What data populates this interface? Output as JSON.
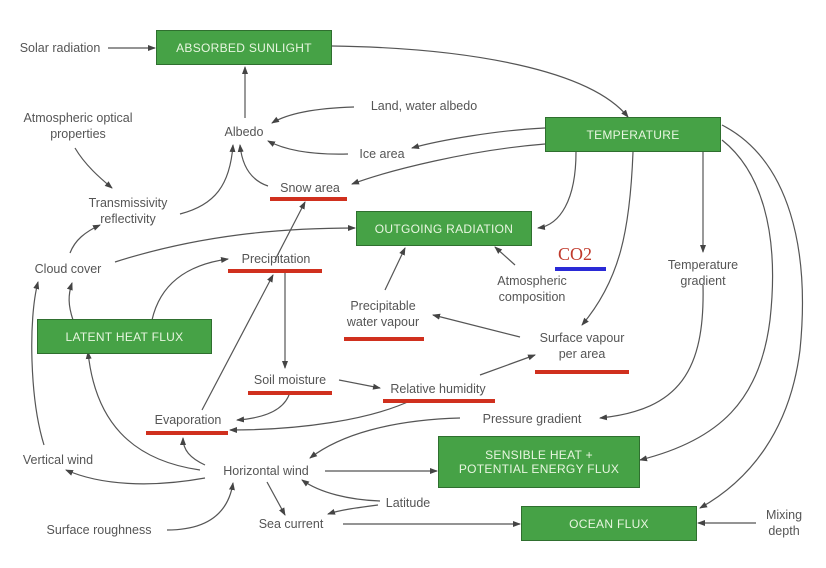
{
  "boxes": {
    "absorbed_sunlight": "ABSORBED SUNLIGHT",
    "temperature": "TEMPERATURE",
    "outgoing_radiation": "OUTGOING RADIATION",
    "latent_heat_flux": "LATENT HEAT FLUX",
    "sensible_heat_line1": "SENSIBLE HEAT +",
    "sensible_heat_line2": "POTENTIAL ENERGY FLUX",
    "ocean_flux": "OCEAN FLUX"
  },
  "labels": {
    "solar_radiation": "Solar radiation",
    "atmospheric_optical_1": "Atmospheric optical",
    "atmospheric_optical_2": "properties",
    "albedo": "Albedo",
    "land_water_albedo": "Land, water albedo",
    "ice_area": "Ice area",
    "snow_area": "Snow area",
    "transmissivity_1": "Transmissivity",
    "transmissivity_2": "reflectivity",
    "cloud_cover": "Cloud cover",
    "precipitation": "Precipitation",
    "atmospheric_composition_1": "Atmospheric",
    "atmospheric_composition_2": "composition",
    "temperature_gradient_1": "Temperature",
    "temperature_gradient_2": "gradient",
    "precipitable_1": "Precipitable",
    "precipitable_2": "water vapour",
    "surface_vapour_1": "Surface vapour",
    "surface_vapour_2": "per area",
    "soil_moisture": "Soil moisture",
    "relative_humidity": "Relative humidity",
    "evaporation": "Evaporation",
    "pressure_gradient": "Pressure gradient",
    "vertical_wind": "Vertical wind",
    "horizontal_wind": "Horizontal wind",
    "latitude": "Latitude",
    "surface_roughness": "Surface roughness",
    "sea_current": "Sea current",
    "mixing_depth_1": "Mixing",
    "mixing_depth_2": "depth"
  },
  "annotation": {
    "co2": "CO2",
    "underline_color": "#d0301e",
    "co2_underline_color": "#2a2ad6"
  },
  "colors": {
    "box_fill": "#46a246",
    "box_text": "#e8f6e0",
    "label_text": "#555555"
  }
}
